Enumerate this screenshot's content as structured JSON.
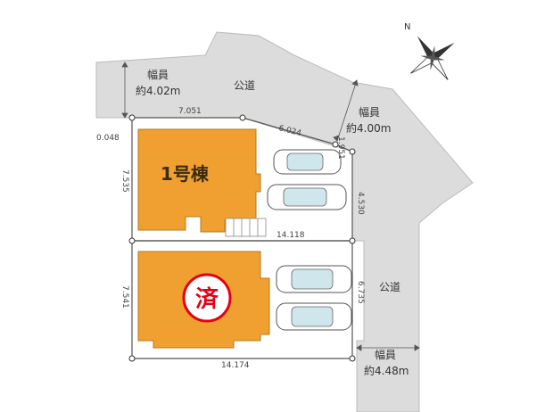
{
  "roads": {
    "north": {
      "label": "公道",
      "width_title": "幅員",
      "width_value": "約4.02m"
    },
    "northeast": {
      "width_title": "幅員",
      "width_value": "約4.00m"
    },
    "east": {
      "label": "公道",
      "width_title": "幅員",
      "width_value": "約4.48m"
    }
  },
  "lots": {
    "lot1": {
      "house_label": "1号棟"
    },
    "lot2": {
      "sold_mark": "済"
    }
  },
  "dimensions": {
    "top_left": "7.051",
    "top_right": "6.024",
    "corner_offset": "0.048",
    "corner_right": "1.951",
    "lot1_left": "7.535",
    "lot1_right": "4.530",
    "middle": "14.118",
    "lot2_left": "7.541",
    "lot2_right": "6.735",
    "bottom": "14.174"
  },
  "compass": {
    "north_label": "N"
  },
  "colors": {
    "road": "#dcdcdc",
    "house": "#f0a030",
    "house_outline": "#b87a1a",
    "sold": "#e60012",
    "boundary": "#555555"
  }
}
